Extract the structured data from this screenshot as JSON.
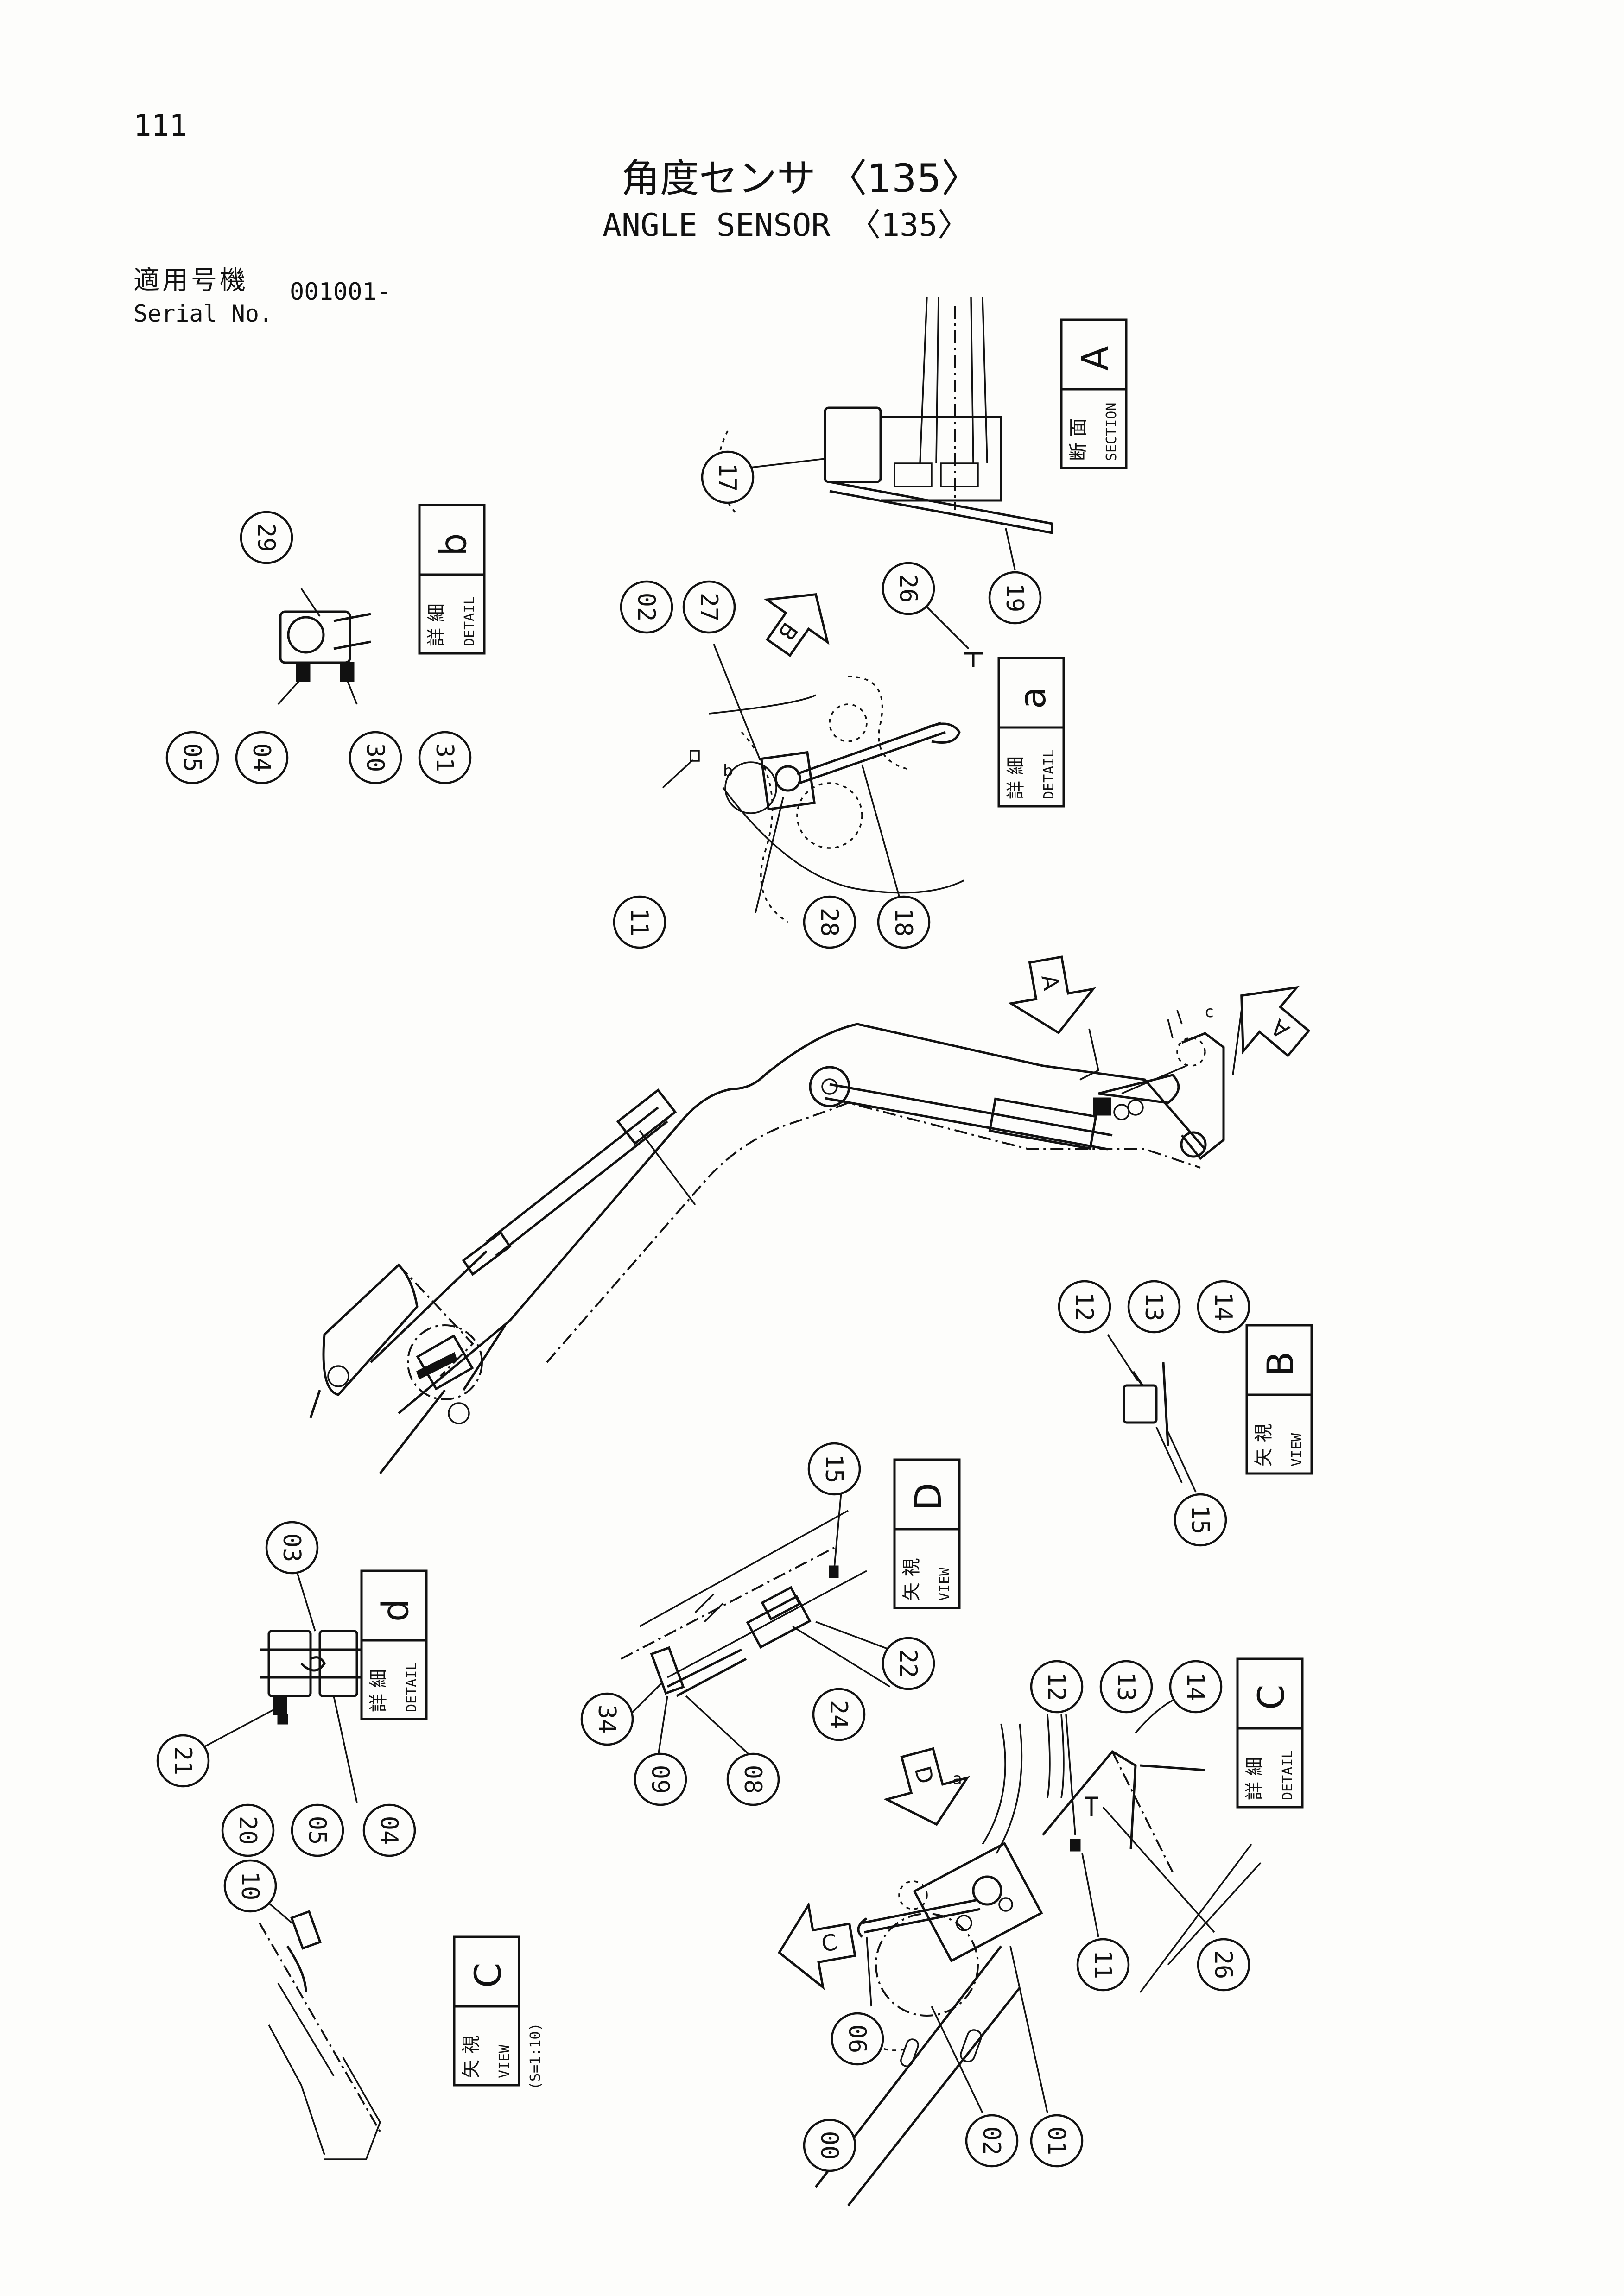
{
  "header": {
    "page_number": "111",
    "title_jp": "角度センサ 〈135〉",
    "title_en": "ANGLE SENSOR 〈135〉",
    "serial_label_jp": "適用号機",
    "serial_label_en": "Serial No.",
    "serial_value": "001001-"
  },
  "view_labels": [
    {
      "id": "section-a",
      "jp": "断 面",
      "en": "SECTION",
      "letter": "A"
    },
    {
      "id": "detail-b",
      "jp": "詳 細",
      "en": "DETAIL",
      "letter": "b"
    },
    {
      "id": "detail-a",
      "jp": "詳 細",
      "en": "DETAIL",
      "letter": "a"
    },
    {
      "id": "view-b",
      "jp": "矢 視",
      "en": "VIEW",
      "letter": "B"
    },
    {
      "id": "view-d",
      "jp": "矢 視",
      "en": "VIEW",
      "letter": "D"
    },
    {
      "id": "detail-d",
      "jp": "詳 細",
      "en": "DETAIL",
      "letter": "d"
    },
    {
      "id": "detail-c",
      "jp": "詳 細",
      "en": "DETAIL",
      "letter": "C"
    },
    {
      "id": "view-c",
      "jp": "矢 視",
      "en": "VIEW",
      "letter": "C",
      "scale": "(S=1:10)"
    }
  ],
  "part_numbers": [
    "17",
    "19",
    "29",
    "02",
    "27",
    "26",
    "05",
    "04",
    "30",
    "31",
    "11",
    "28",
    "18",
    "12",
    "13",
    "14",
    "15",
    "03",
    "34",
    "22",
    "24",
    "21",
    "20",
    "09",
    "08",
    "10",
    "06",
    "00",
    "01"
  ],
  "view_arrows": [
    "A",
    "A",
    "B",
    "C",
    "D"
  ],
  "small_marks": [
    "b",
    "a",
    "c"
  ]
}
